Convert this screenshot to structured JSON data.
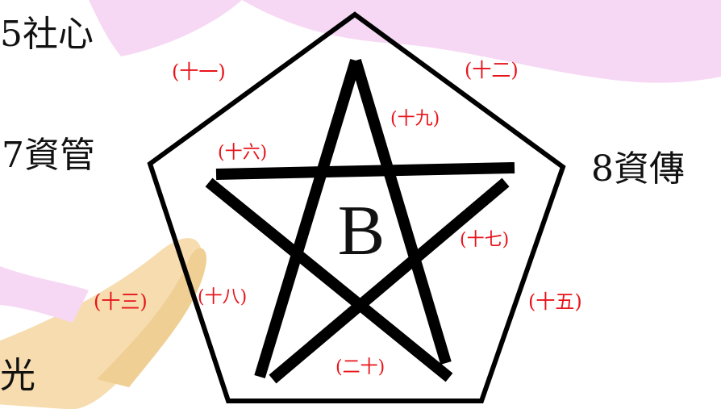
{
  "diagram": {
    "center_letter": "B",
    "side_labels": {
      "top_left": "5社心",
      "mid_left": "7資管",
      "mid_right": "8資傳",
      "bottom_left": "光"
    },
    "edge_labels": {
      "e11": "(十一)",
      "e12": "(十二)",
      "e13": "(十三)",
      "e15": "(十五)",
      "e16": "(十六)",
      "e17": "(十七)",
      "e18": "(十八)",
      "e19": "(十九)",
      "e20": "(二十)"
    }
  },
  "colors": {
    "label_red": "#e8141b",
    "stroke": "#000000",
    "bg_pink": "#f6d8f4",
    "bg_orange": "#f4d9a8"
  }
}
